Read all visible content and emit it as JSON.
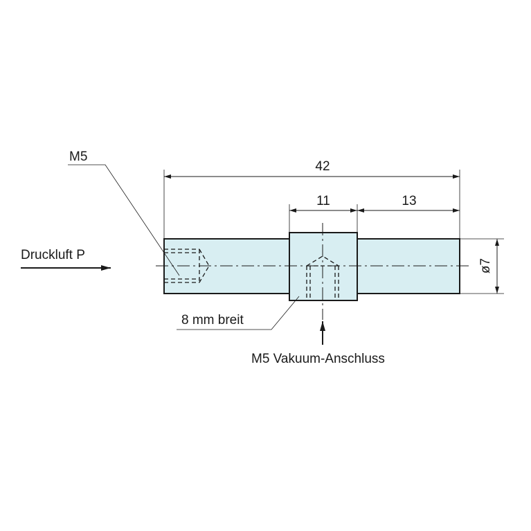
{
  "labels": {
    "dim_total": "42",
    "dim_middle": "11",
    "dim_right": "13",
    "dim_diameter": "ø7",
    "thread_left": "M5",
    "compressed_air": "Druckluft P",
    "width_note": "8 mm breit",
    "vacuum_port": "M5 Vakuum-Anschluss"
  },
  "colors": {
    "part_fill": "#d8eef2",
    "line": "#1a1a1a"
  }
}
